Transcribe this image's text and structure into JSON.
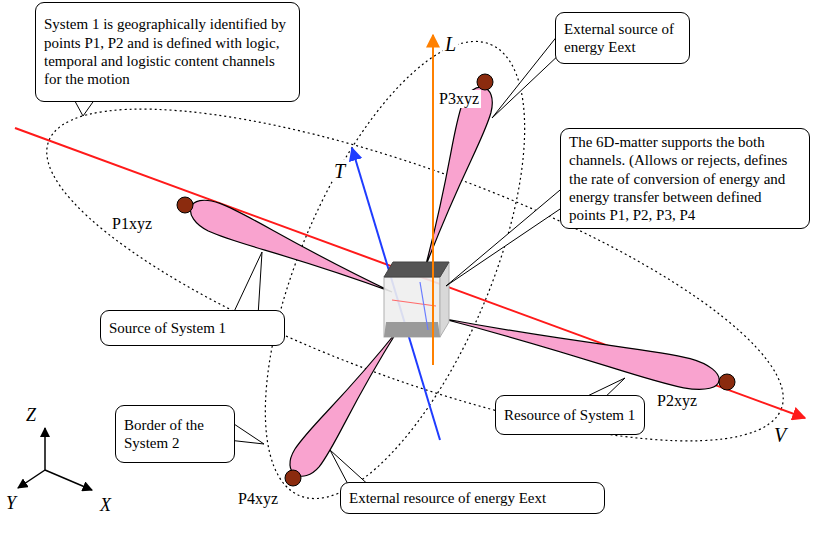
{
  "diagram": {
    "nodes": [
      {
        "text": [
          "System 1 is geographically identified by points P1, P2 and is defined with logic, temporal and logistic content channels for the motion"
        ]
      },
      {
        "text": [
          "External source of energy Eext"
        ]
      },
      {
        "text": [
          "The 6D-matter supports the both channels. (Allows or rejects, defines the rate of conversion of energy and energy transfer between defined points P1, P2, P3, P4"
        ]
      },
      {
        "text": [
          "Source of System 1"
        ]
      },
      {
        "text": [
          "Resource of System 1"
        ]
      },
      {
        "text": [
          "Border of the System 2"
        ]
      },
      {
        "text": [
          "External resource of energy Eext"
        ]
      }
    ],
    "labels": [
      "L",
      "T",
      "P3xyz",
      "P1xyz",
      "P2xyz",
      "V",
      "Z",
      "P4xyz",
      "Y",
      "X"
    ]
  }
}
